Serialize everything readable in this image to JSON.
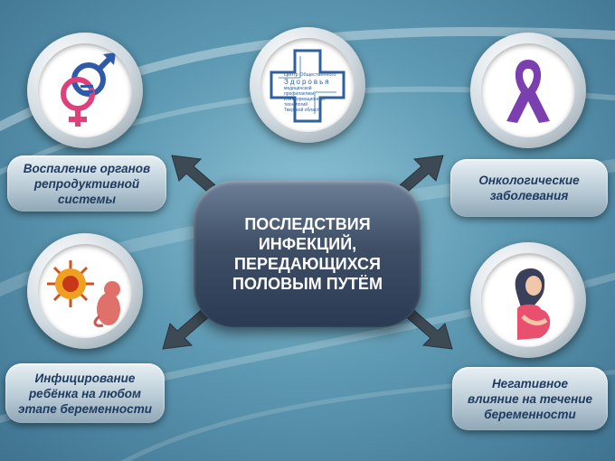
{
  "center": {
    "line1": "ПОСЛЕДСТВИЯ",
    "line2": "ИНФЕКЦИЙ,",
    "line3": "ПЕРЕДАЮЩИХСЯ",
    "line4": "ПОЛОВЫМ ПУТЁМ"
  },
  "logo": {
    "line1": "Центр Общественного",
    "line2": "Здоровья",
    "line3": "медицинской профилактики",
    "line4": "и информационных технологий",
    "line5": "Тверской области"
  },
  "items": [
    {
      "label_lines": [
        "Воспаление органов",
        "репродуктивной",
        "системы"
      ],
      "icon": "gender-symbols-icon"
    },
    {
      "label_lines": [
        "Онкологические",
        "заболевания"
      ],
      "icon": "cancer-ribbon-icon"
    },
    {
      "label_lines": [
        "Инфицирование",
        "ребёнка на любом",
        "этапе беременности"
      ],
      "icon": "virus-fetus-icon"
    },
    {
      "label_lines": [
        "Негативное",
        "влияние на течение",
        "беременности"
      ],
      "icon": "pregnant-woman-icon"
    }
  ],
  "colors": {
    "label_text": "#1e3a5f",
    "center_bg": "#3e4f66",
    "ribbon": "#7b3fb0",
    "arrow": "#3d4a54"
  }
}
